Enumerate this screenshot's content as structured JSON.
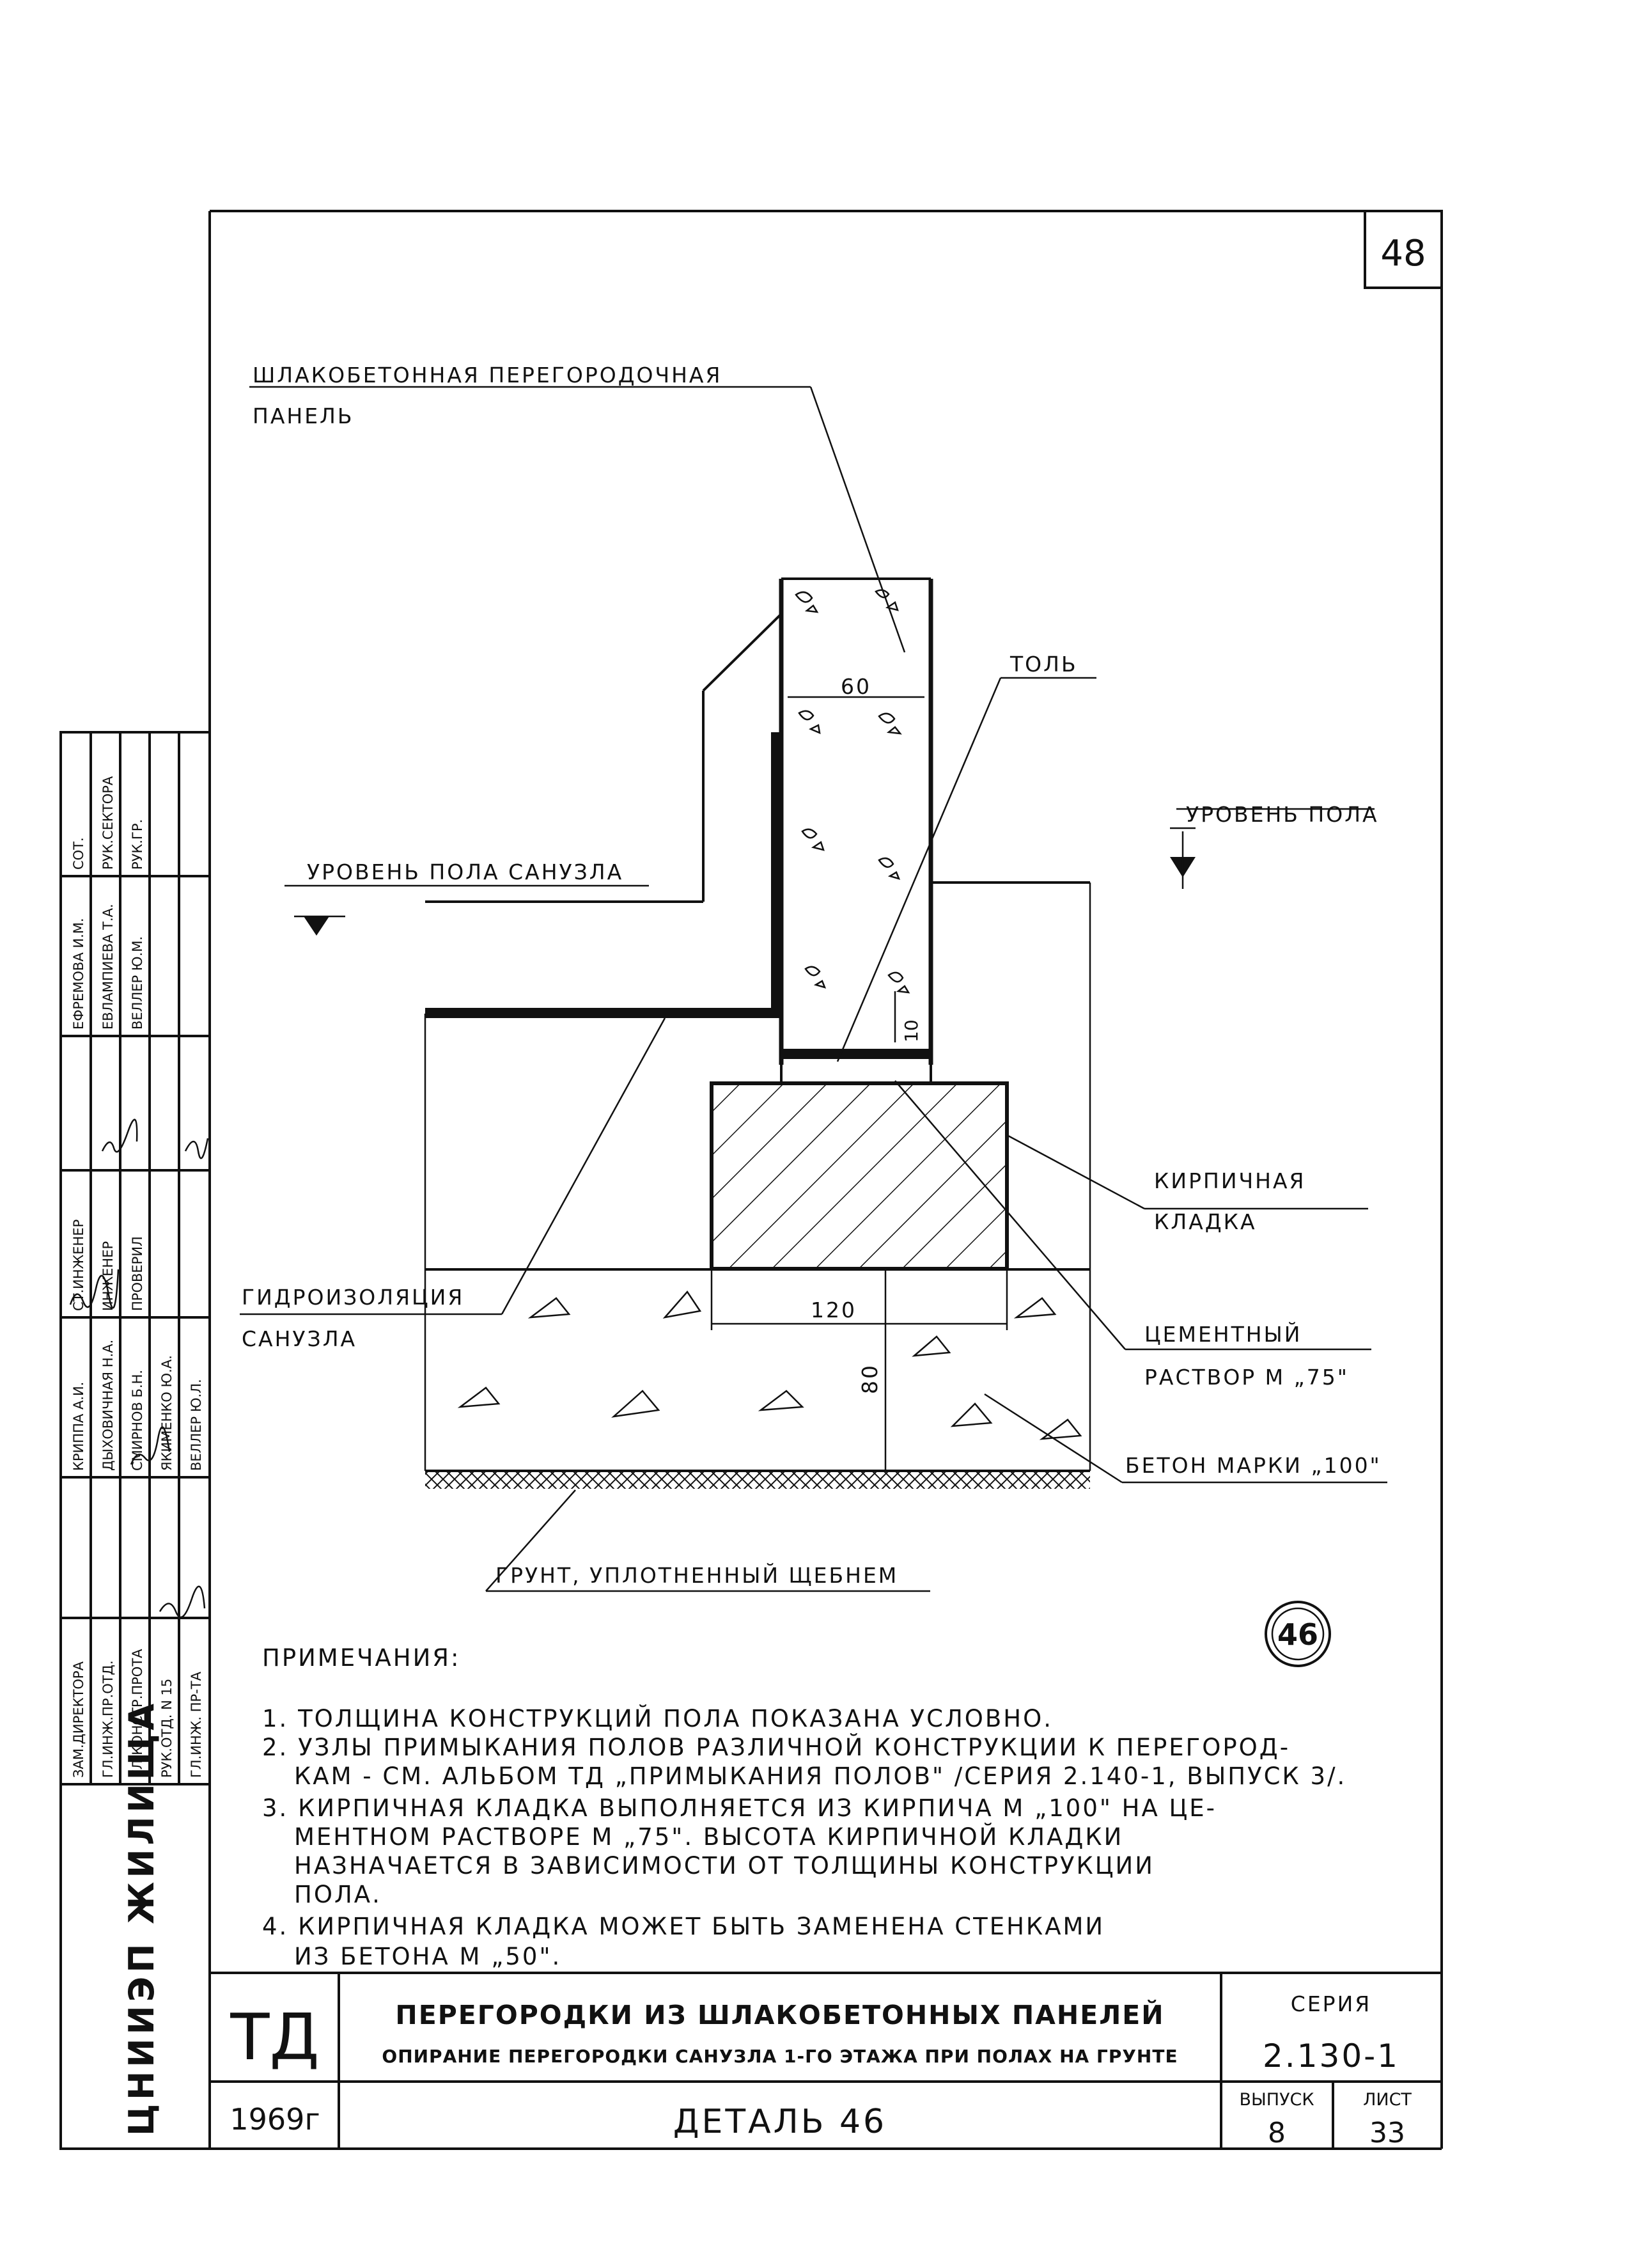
{
  "sheet": {
    "corner_number": "48",
    "org_vertical": "ЦНИИЭП ЖИЛИЩА",
    "td_mark": "ТД",
    "year": "1969г",
    "title_main": "ПЕРЕГОРОДКИ ИЗ ШЛАКОБЕТОННЫХ ПАНЕЛЕЙ",
    "title_sub": "ОПИРАНИЕ ПЕРЕГОРОДКИ САНУЗЛА 1-ГО ЭТАЖА ПРИ ПОЛАХ НА ГРУНТЕ",
    "detail_title": "ДЕТАЛЬ 46",
    "series_label": "СЕРИЯ",
    "series_value": "2.130-1",
    "issue_label": "ВЫПУСК",
    "issue_value": "8",
    "sheet_label": "ЛИСТ",
    "sheet_value": "33"
  },
  "stamp": {
    "block1": [
      "ЗАМ.ДИРЕКТОРА",
      "ГЛ.ИНЖ.ПР.ОТД.",
      "ГЛ.КОНСТР.ПРОТА",
      "РУК.ОТД. N 15",
      "ГЛ.ИНЖ. ПР-ТА"
    ],
    "block2": [
      "КРИППА А.И.",
      "ДЫХОВИЧНАЯ Н.А.",
      "СМИРНОВ Б.Н.",
      "ЯКИМЕНКО Ю.А.",
      "ВЕЛЛЕР Ю.Л."
    ],
    "block3": [
      "СТ.ИНЖЕНЕР",
      "ИНЖЕНЕР",
      "ПРОВЕРИЛ"
    ],
    "block4": [
      "ЕФРЕМОВА И.М.",
      "ЕВЛАМПИЕВА Т.А.",
      "ВЕЛЛЕР Ю.М."
    ],
    "block5": [
      "РУК.ГР.",
      "РУК.СЕКТОРА",
      "СОТ."
    ]
  },
  "drawing": {
    "detail_number": "46",
    "labels": {
      "panel_line1": "ШЛАКОБЕТОННАЯ ПЕРЕГОРОДОЧНАЯ",
      "panel_line2": "ПАНЕЛЬ",
      "tol": "ТОЛЬ",
      "floor_level": "УРОВЕНЬ ПОЛА",
      "bath_floor_level": "УРОВЕНЬ ПОЛА САНУЗЛА",
      "brick_line1": "КИРПИЧНАЯ",
      "brick_line2": "КЛАДКА",
      "waterproof_line1": "ГИДРОИЗОЛЯЦИЯ",
      "waterproof_line2": "САНУЗЛА",
      "cement_line1": "ЦЕМЕНТНЫЙ",
      "cement_line2": "РАСТВОР М „75\"",
      "concrete": "БЕТОН МАРКИ „100\"",
      "soil": "ГРУНТ, УПЛОТНЕННЫЙ ЩЕБНЕМ"
    },
    "dims": {
      "panel_width": "60",
      "mortar_thickness": "10",
      "brick_width": "120",
      "concrete_thickness": "80"
    }
  },
  "notes": {
    "heading": "ПРИМЕЧАНИЯ:",
    "lines": [
      "1. ТОЛЩИНА КОНСТРУКЦИЙ ПОЛА ПОКАЗАНА УСЛОВНО.",
      "2. УЗЛЫ ПРИМЫКАНИЯ ПОЛОВ РАЗЛИЧНОЙ КОНСТРУКЦИИ К ПЕРЕГОРОД-",
      "КАМ - СМ. АЛЬБОМ ТД „ПРИМЫКАНИЯ ПОЛОВ\" /СЕРИЯ 2.140-1, ВЫПУСК 3/.",
      "3. КИРПИЧНАЯ КЛАДКА ВЫПОЛНЯЕТСЯ ИЗ КИРПИЧА М „100\" НА ЦЕ-",
      "МЕНТНОМ РАСТВОРЕ М „75\". ВЫСОТА КИРПИЧНОЙ КЛАДКИ",
      "НАЗНАЧАЕТСЯ В ЗАВИСИМОСТИ ОТ ТОЛЩИНЫ КОНСТРУКЦИИ",
      "ПОЛА.",
      "4. КИРПИЧНАЯ КЛАДКА МОЖЕТ БЫТЬ ЗАМЕНЕНА СТЕНКАМИ",
      "ИЗ БЕТОНА М „50\"."
    ]
  }
}
